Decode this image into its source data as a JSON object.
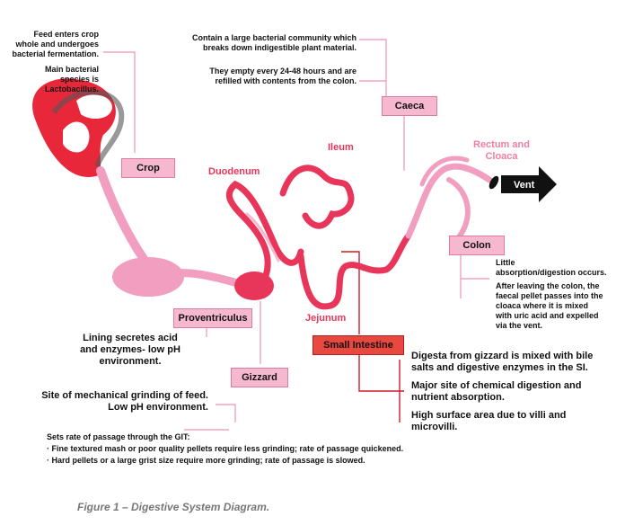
{
  "notes": {
    "crop_feed": "Feed enters crop\nwhole and undergoes\nbacterial fermentation.",
    "crop_bacteria": "Main bacterial\nspecies is Lactobacillus.",
    "caeca_1": "Contain a large bacterial community which\nbreaks down indigestible plant material.",
    "caeca_2": "They empty every 24-48 hours and are\nrefilled with contents from the colon.",
    "colon_1": "Little\nabsorption/digestion occurs.",
    "colon_2": "After leaving the colon, the\nfaecal pellet passes into the\ncloaca where it is mixed\nwith uric acid and expelled\nvia the vent.",
    "proventriculus": "Lining secretes acid\nand enzymes- low pH\nenvironment.",
    "gizzard_1": "Site of mechanical grinding of feed.\nLow pH environment.",
    "gizzard_2": "Sets rate of passage through the GIT:",
    "gizzard_bullet_1": "· Fine textured mash or poor quality pellets require less grinding; rate of passage quickened.",
    "gizzard_bullet_2": "· Hard pellets or a large grist size require more grinding; rate of passage is slowed.",
    "si_1": "Digesta from gizzard is mixed with bile\nsalts and digestive enzymes in the SI.",
    "si_2": "Major site of chemical digestion and\nnutrient absorption.",
    "si_3": "High surface area due to villi and\nmicrovilli."
  },
  "boxes": {
    "crop": "Crop",
    "caeca": "Caeca",
    "colon": "Colon",
    "proventriculus": "Proventriculus",
    "gizzard": "Gizzard",
    "small_intestine": "Small Intestine",
    "vent": "Vent"
  },
  "organs": {
    "duodenum": "Duodenum",
    "ileum": "Ileum",
    "rectum": "Rectum and\nCloaca",
    "jejunum": "Jejunum"
  },
  "caption": "Figure 1 – Digestive System Diagram.",
  "colors": {
    "pink": "#f19ec0",
    "pink_light": "#f6b8cf",
    "red": "#e8483f",
    "dark_red": "#d01c2a",
    "line": "#e07a9f"
  }
}
